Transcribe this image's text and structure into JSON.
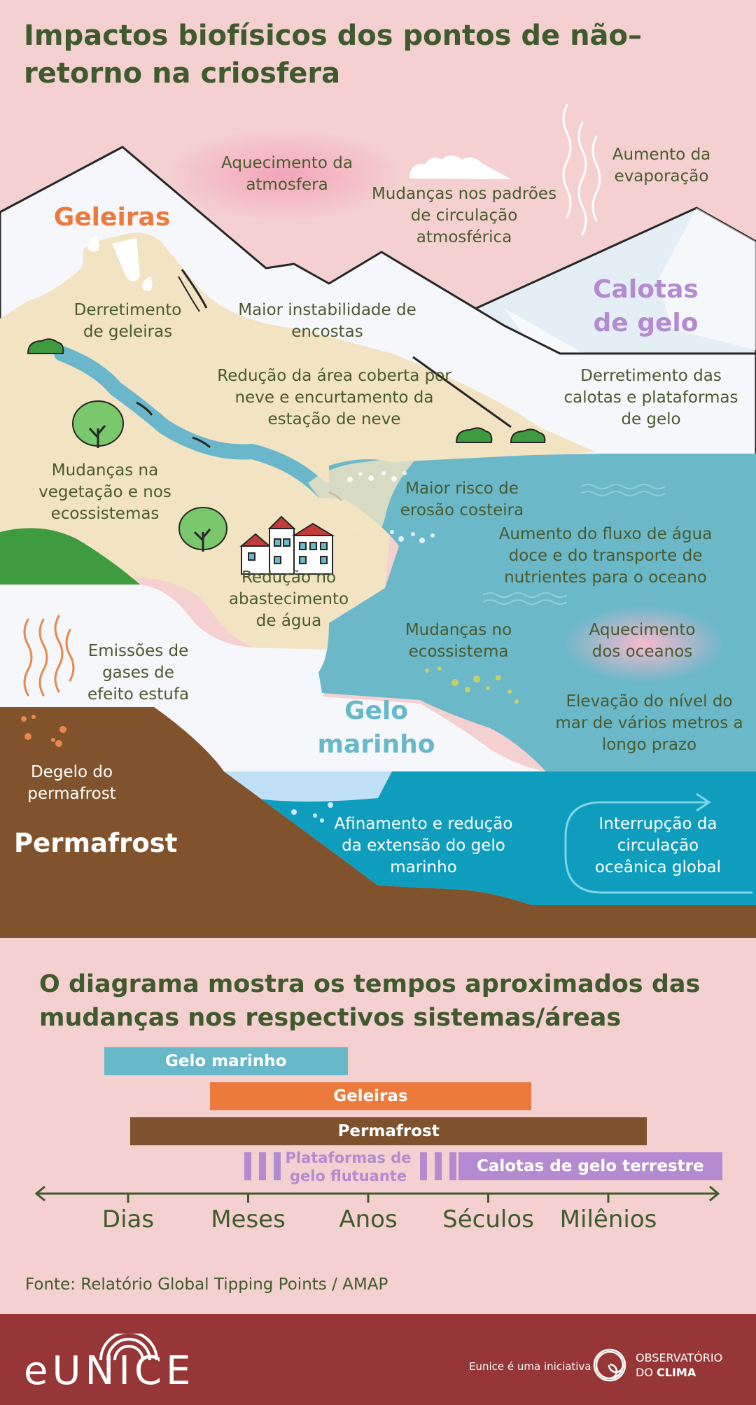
{
  "title": "Impactos biofísicos dos pontos de não–retorno na criosfera",
  "labels": {
    "aquecimento_atmosfera": "Aquecimento da atmosfera",
    "mudancas_circulacao": "Mudanças nos padrões de circulação atmosférica",
    "aumento_evaporacao": "Aumento da evaporação",
    "geleiras": "Geleiras",
    "calotas": "Calotas de gelo",
    "derretimento_geleiras": "Derretimento de geleiras",
    "instabilidade_encostas": "Maior instabilidade de encostas",
    "reducao_neve": "Redução da área coberta por neve e encurtamento da estação de neve",
    "derretimento_calotas": "Derretimento das calotas e plataformas de gelo",
    "mudancas_vegetacao": "Mudanças na vegetação e nos ecossistemas",
    "erosao_costeira": "Maior risco de erosão costeira",
    "fluxo_agua_doce": "Aumento do fluxo de água doce e do transporte de nutrientes para o oceano",
    "reducao_abastecimento": "Redução no abastecimento de água",
    "emissoes_gases": "Emissões de gases de efeito estufa",
    "mudancas_ecossistema": "Mudanças no ecossistema",
    "aquecimento_oceanos": "Aquecimento dos oceanos",
    "gelo_marinho": "Gelo marinho",
    "elevacao_mar": "Elevação do nível do mar de vários metros a longo prazo",
    "degelo_permafrost": "Degelo do permafrost",
    "permafrost": "Permafrost",
    "afinamento_gelo": "Afinamento e redução da extensão do gelo marinho",
    "interrupcao_circulacao": "Interrupção da circulação oceânica global"
  },
  "timeline": {
    "title": "O diagrama mostra os tempos aproximados das mudanças nos respectivos sistemas/áreas",
    "scale": [
      "Dias",
      "Meses",
      "Anos",
      "Séculos",
      "Milênios"
    ],
    "bars": [
      {
        "label": "Gelo marinho",
        "start": -0.2,
        "end": 1.83,
        "color": "#67b8c9"
      },
      {
        "label": "Geleiras",
        "start": 0.68,
        "end": 3.36,
        "color": "#eb7a3c"
      },
      {
        "label": "Permafrost",
        "start": 0.02,
        "end": 4.32,
        "color": "#7e522c"
      },
      {
        "label": "Calotas de gelo terrestre",
        "start": 2.75,
        "end": 4.95,
        "color": "#b48bd0"
      }
    ],
    "floating": {
      "label": "Plataformas de gelo flutuante",
      "start": 0.96,
      "end": 2.67,
      "color": "#b48bd0"
    }
  },
  "source": "Fonte: Relatório Global Tipping Points / AMAP",
  "footer": {
    "logo": "eUNICE",
    "tagline": "Eunice é uma iniciativa",
    "partner_line1": "OBSERVATÓRIO",
    "partner_line2_a": "DO ",
    "partner_line2_b": "CLIMA"
  },
  "colors": {
    "background": "#f4d0d0",
    "title": "#3f5a2c",
    "snow": "#f6f7fb",
    "sand": "#f2e3c2",
    "river": "#6ab7cc",
    "ocean": "#6bb8c9",
    "deep_ocean": "#0f9dbd",
    "soil": "#80532c",
    "grass": "#3f9b3f",
    "geleiras": "#eb7a3c",
    "calotas": "#b48bd0",
    "footer": "#963636"
  }
}
